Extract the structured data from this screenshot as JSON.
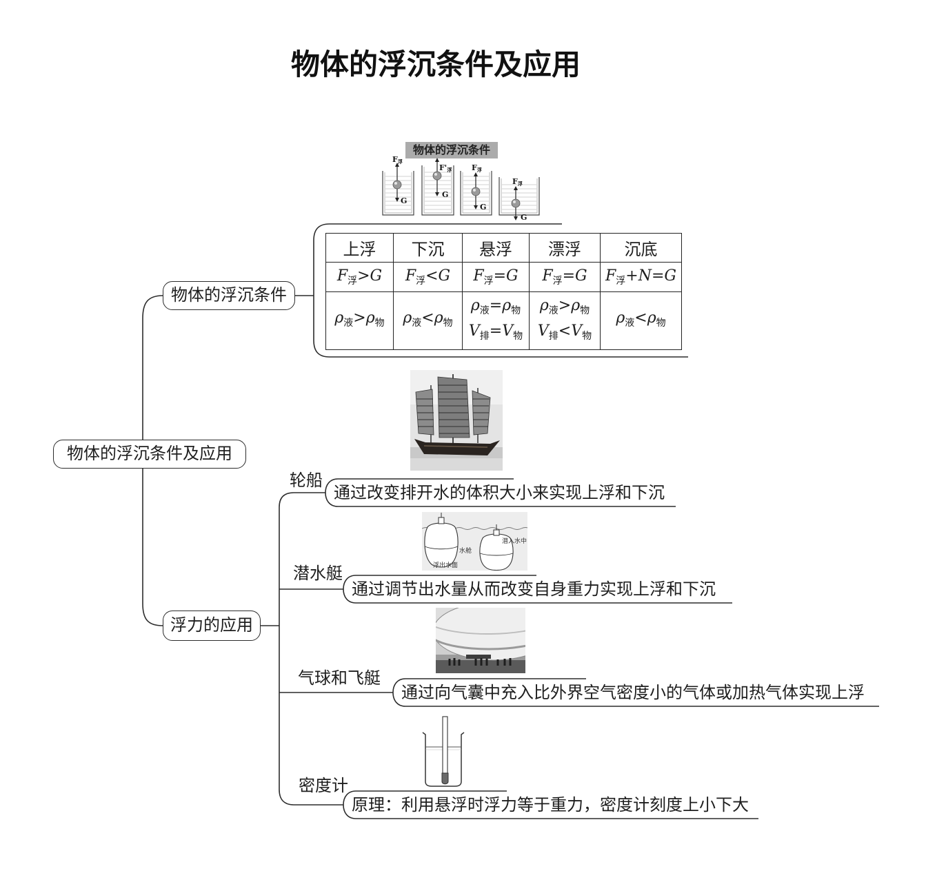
{
  "title": "物体的浮沉条件及应用",
  "root": {
    "label": "物体的浮沉条件及应用"
  },
  "branch_conditions": {
    "label": "物体的浮沉条件",
    "figure": {
      "caption": "物体的浮沉条件",
      "beakers": [
        {
          "force": "F",
          "force_sub": "浮",
          "weight": "G"
        },
        {
          "force": "F'",
          "force_sub": "浮",
          "weight": "G"
        },
        {
          "force": "F",
          "force_sub": "浮",
          "weight": "G"
        },
        {
          "force": "F",
          "force_sub": "浮",
          "weight": "G"
        }
      ]
    },
    "table": {
      "headers": [
        "上浮",
        "下沉",
        "悬浮",
        "漂浮",
        "沉底"
      ],
      "force_rows": [
        {
          "sym": "F",
          "sub": "浮",
          "rel": ">G"
        },
        {
          "sym": "F",
          "sub": "浮",
          "rel": "<G"
        },
        {
          "sym": "F",
          "sub": "浮",
          "rel": "=G"
        },
        {
          "sym": "F",
          "sub": "浮",
          "rel": "=G"
        },
        {
          "sym": "F",
          "sub": "浮",
          "rel": "+N=G"
        }
      ],
      "density_rows": [
        [
          {
            "l": "ρ",
            "ls": "液",
            "op": ">",
            "r": "ρ",
            "rs": "物"
          }
        ],
        [
          {
            "l": "ρ",
            "ls": "液",
            "op": "<",
            "r": "ρ",
            "rs": "物"
          }
        ],
        [
          {
            "l": "ρ",
            "ls": "液",
            "op": "=",
            "r": "ρ",
            "rs": "物"
          },
          {
            "l": "V",
            "ls": "排",
            "op": "=",
            "r": "V",
            "rs": "物"
          }
        ],
        [
          {
            "l": "ρ",
            "ls": "液",
            "op": ">",
            "r": "ρ",
            "rs": "物"
          },
          {
            "l": "V",
            "ls": "排",
            "op": "<",
            "r": "V",
            "rs": "物"
          }
        ],
        [
          {
            "l": "ρ",
            "ls": "液",
            "op": "<",
            "r": "ρ",
            "rs": "物"
          }
        ]
      ]
    }
  },
  "branch_applications": {
    "label": "浮力的应用",
    "items": [
      {
        "label": "轮船",
        "description": "通过改变排开水的体积大小来实现上浮和下沉"
      },
      {
        "label": "潜水艇",
        "description": "通过调节出水量从而改变自身重力实现上浮和下沉",
        "figure_labels": [
          "潜入水中",
          "水舱",
          "浮出水面"
        ]
      },
      {
        "label": "气球和飞艇",
        "description": "通过向气囊中充入比外界空气密度小的气体或加热气体实现上浮"
      },
      {
        "label": "密度计",
        "description": "原理：利用悬浮时浮力等于重力，密度计刻度上小下大"
      }
    ]
  }
}
